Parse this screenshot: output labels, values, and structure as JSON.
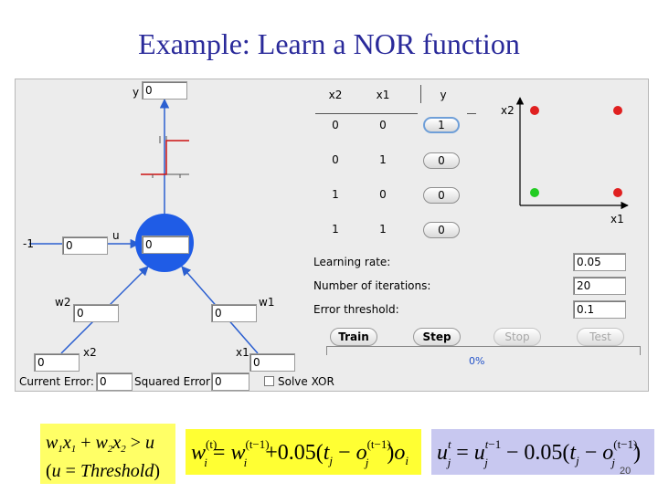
{
  "slide": {
    "title": "Example: Learn a NOR function",
    "page_number": "20"
  },
  "network": {
    "output_label": "y",
    "output_value": "0",
    "threshold_label": "u",
    "threshold_value": "0",
    "bias_value": "-1",
    "bias_weight": "0",
    "w2_label": "w2",
    "w2_value": "0",
    "w1_label": "w1",
    "w1_value": "0",
    "x2_label": "x2",
    "x2_value": "0",
    "x1_label": "x1",
    "x1_value": "0",
    "node_color": "#1f5ce6"
  },
  "truth_table": {
    "headers": [
      "x2",
      "x1",
      "y"
    ],
    "rows": [
      {
        "x2": "0",
        "x1": "0",
        "y": "1"
      },
      {
        "x2": "0",
        "x1": "1",
        "y": "0"
      },
      {
        "x2": "1",
        "x1": "0",
        "y": "0"
      },
      {
        "x2": "1",
        "x1": "1",
        "y": "0"
      }
    ]
  },
  "plot": {
    "y_axis_label": "x2",
    "x_axis_label": "x1",
    "points": [
      {
        "x": 0,
        "y": 1,
        "color": "#e02020"
      },
      {
        "x": 1,
        "y": 1,
        "color": "#e02020"
      },
      {
        "x": 0,
        "y": 0,
        "color": "#22cc22"
      },
      {
        "x": 1,
        "y": 0,
        "color": "#e02020"
      }
    ]
  },
  "params": {
    "learning_rate_label": "Learning rate:",
    "learning_rate_value": "0.05",
    "iterations_label": "Number of iterations:",
    "iterations_value": "20",
    "threshold_label": "Error threshold:",
    "threshold_value": "0.1"
  },
  "buttons": {
    "train": "Train",
    "step": "Step",
    "stop": "Stop",
    "test": "Test"
  },
  "progress": {
    "label": "0%",
    "value": 0
  },
  "status": {
    "current_error_label": "Current Error:",
    "current_error_value": "0",
    "squared_error_label": "Squared Error:",
    "squared_error_value": "0",
    "solve_label": "Solve XOR",
    "solve_checked": false
  },
  "equations": {
    "eq1_bg": "#ffff66",
    "eq2_bg": "#ffff33",
    "eq3_bg": "#c8c8f0"
  }
}
